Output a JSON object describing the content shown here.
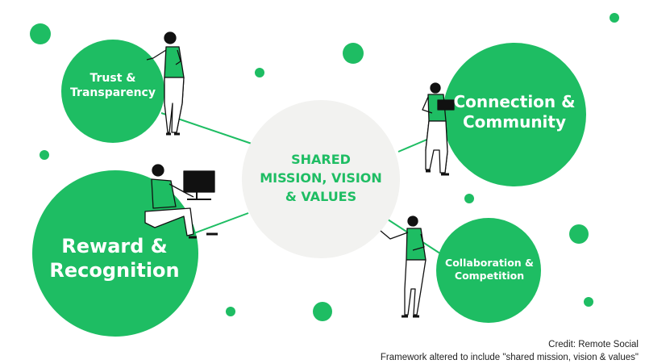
{
  "colors": {
    "green": "#1ebd63",
    "center_fill": "#f2f2f0",
    "line": "#1ebd63",
    "text_dark": "#222222"
  },
  "center": {
    "line1": "SHARED",
    "line2": "MISSION, VISION",
    "line3": "& VALUES"
  },
  "nodes": {
    "trust": {
      "line1": "Trust &",
      "line2": "Transparency"
    },
    "connection": {
      "line1": "Connection &",
      "line2": "Community"
    },
    "reward": {
      "line1": "Reward &",
      "line2": "Recognition"
    },
    "collaboration": {
      "line1": "Collaboration &",
      "line2": "Competition"
    }
  },
  "credit": {
    "line1": "Credit: Remote Social",
    "line2": "Framework altered to include \"shared mission, vision & values\""
  },
  "illustrations": [
    "woman-with-microphone",
    "man-with-laptop",
    "woman-at-computer",
    "woman-presenting"
  ]
}
